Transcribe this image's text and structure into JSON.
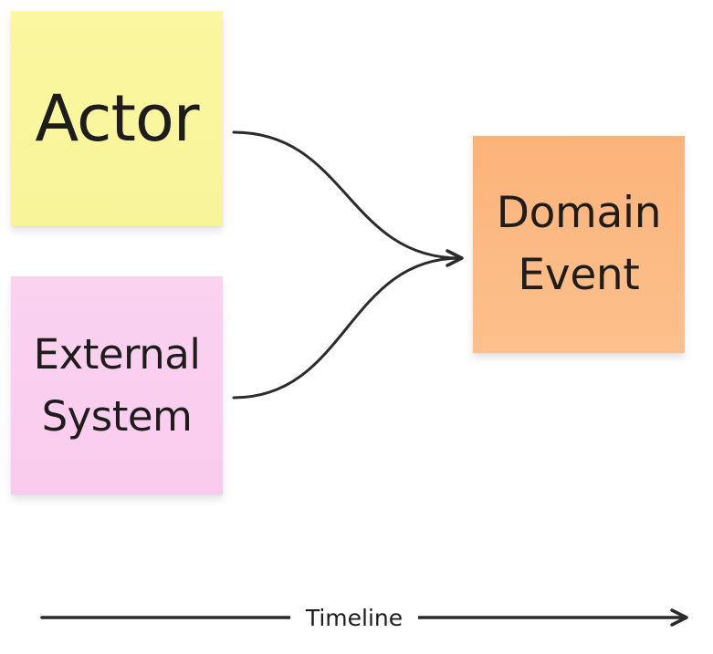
{
  "notes": {
    "actor": {
      "label": "Actor",
      "color": "#f9f59c"
    },
    "external_system": {
      "label": "External\nSystem",
      "color": "#facdef"
    },
    "domain_event": {
      "label": "Domain\nEvent",
      "color": "#fcb982"
    }
  },
  "timeline": {
    "label": "Timeline"
  },
  "colors": {
    "connector": "#2b2b2b",
    "text": "#1f1c1c"
  }
}
